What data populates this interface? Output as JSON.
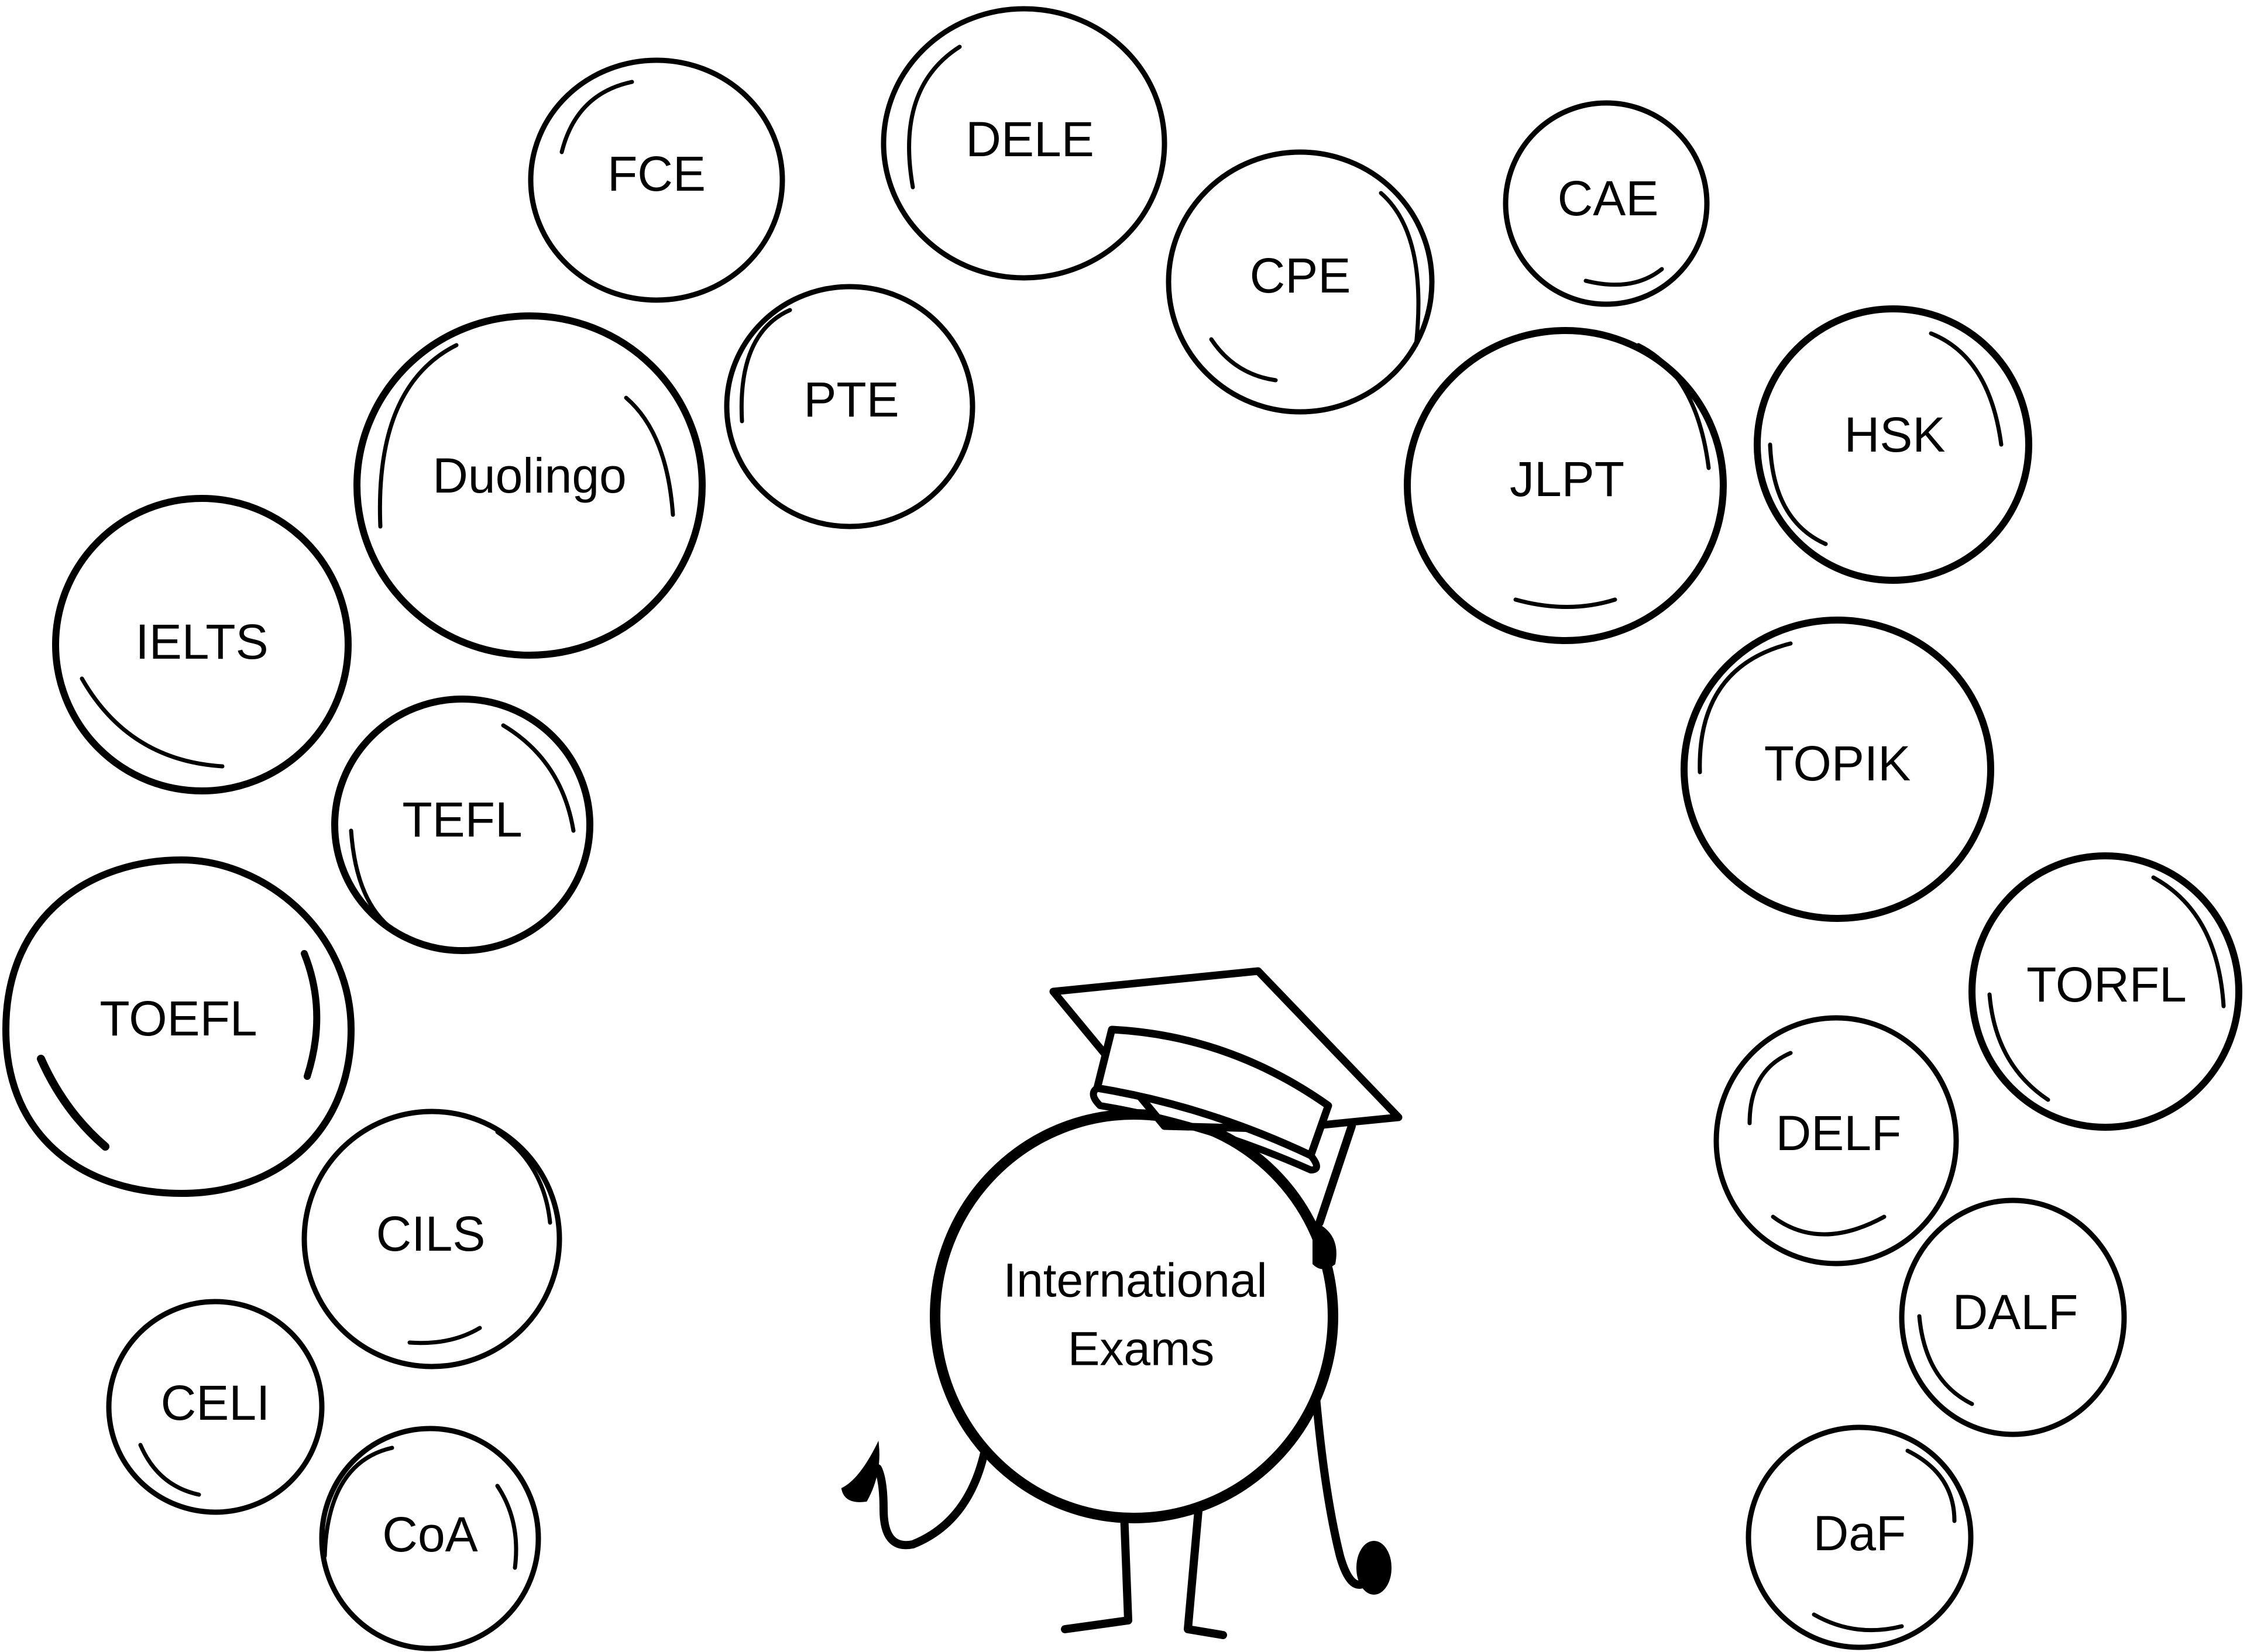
{
  "center": {
    "line1": "International",
    "line2": "Exams",
    "mascot_icon": "graduation-cap-icon"
  },
  "exams": [
    {
      "id": "fce",
      "label": "FCE"
    },
    {
      "id": "dele",
      "label": "DELE"
    },
    {
      "id": "cae",
      "label": "CAE"
    },
    {
      "id": "cpe",
      "label": "CPE"
    },
    {
      "id": "pte",
      "label": "PTE"
    },
    {
      "id": "duolingo",
      "label": "Duolingo"
    },
    {
      "id": "jlpt",
      "label": "JLPT"
    },
    {
      "id": "hsk",
      "label": "HSK"
    },
    {
      "id": "ielts",
      "label": "IELTS"
    },
    {
      "id": "topik",
      "label": "TOPIK"
    },
    {
      "id": "tefl",
      "label": "TEFL"
    },
    {
      "id": "toefl",
      "label": "TOEFL"
    },
    {
      "id": "torfl",
      "label": "TORFL"
    },
    {
      "id": "delf",
      "label": "DELF"
    },
    {
      "id": "cils",
      "label": "CILS"
    },
    {
      "id": "dalf",
      "label": "DALF"
    },
    {
      "id": "celi",
      "label": "CELI"
    },
    {
      "id": "coa",
      "label": "CoA"
    },
    {
      "id": "daf",
      "label": "DaF"
    }
  ],
  "colors": {
    "stroke": "#000000",
    "background": "#ffffff"
  }
}
